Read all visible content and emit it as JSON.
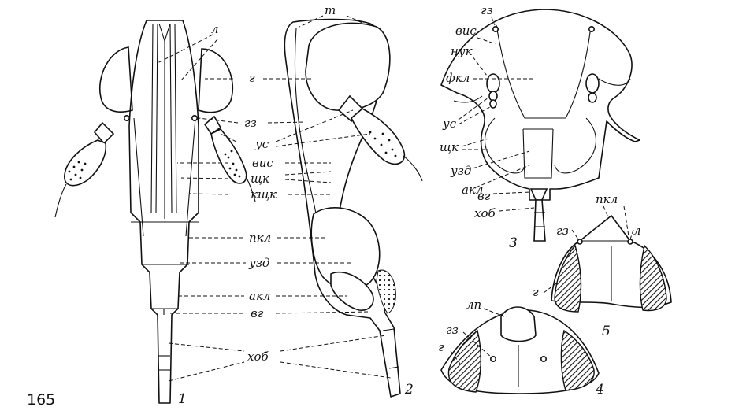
{
  "page_number": "165",
  "labels": {
    "t": "т",
    "l": "л",
    "g": "г",
    "gz": "гз",
    "us": "ус",
    "vis": "вис",
    "shchk": "щк",
    "kshchk": "кщк",
    "pkl": "пкл",
    "uzd": "узд",
    "akl": "акл",
    "vg": "вг",
    "khob": "хоб",
    "nuk": "нук",
    "fkl": "фкл",
    "lp": "лп"
  },
  "figure_numbers": [
    "1",
    "2",
    "3",
    "4",
    "5"
  ],
  "colors": {
    "ink": "#111111",
    "paper": "#ffffff"
  }
}
